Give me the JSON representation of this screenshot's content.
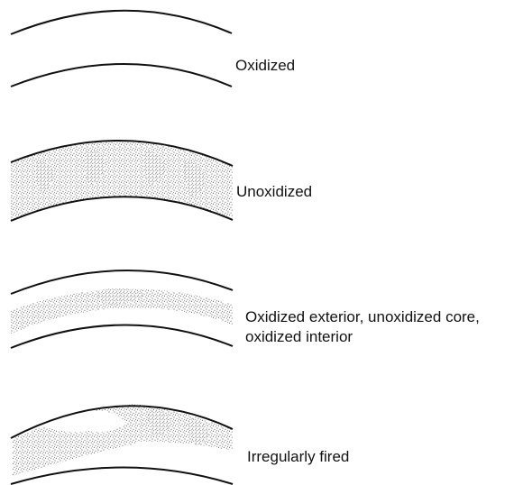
{
  "labels": {
    "oxidized": "Oxidized",
    "unoxidized": "Unoxidized",
    "oxidized_core_line1": "Oxidized exterior, unoxidized core,",
    "oxidized_core_line2": "oxidized interior",
    "irregular": "Irregularly fired"
  },
  "colors": {
    "stroke": "#111111",
    "stipple": "#222222",
    "background": "#ffffff"
  }
}
